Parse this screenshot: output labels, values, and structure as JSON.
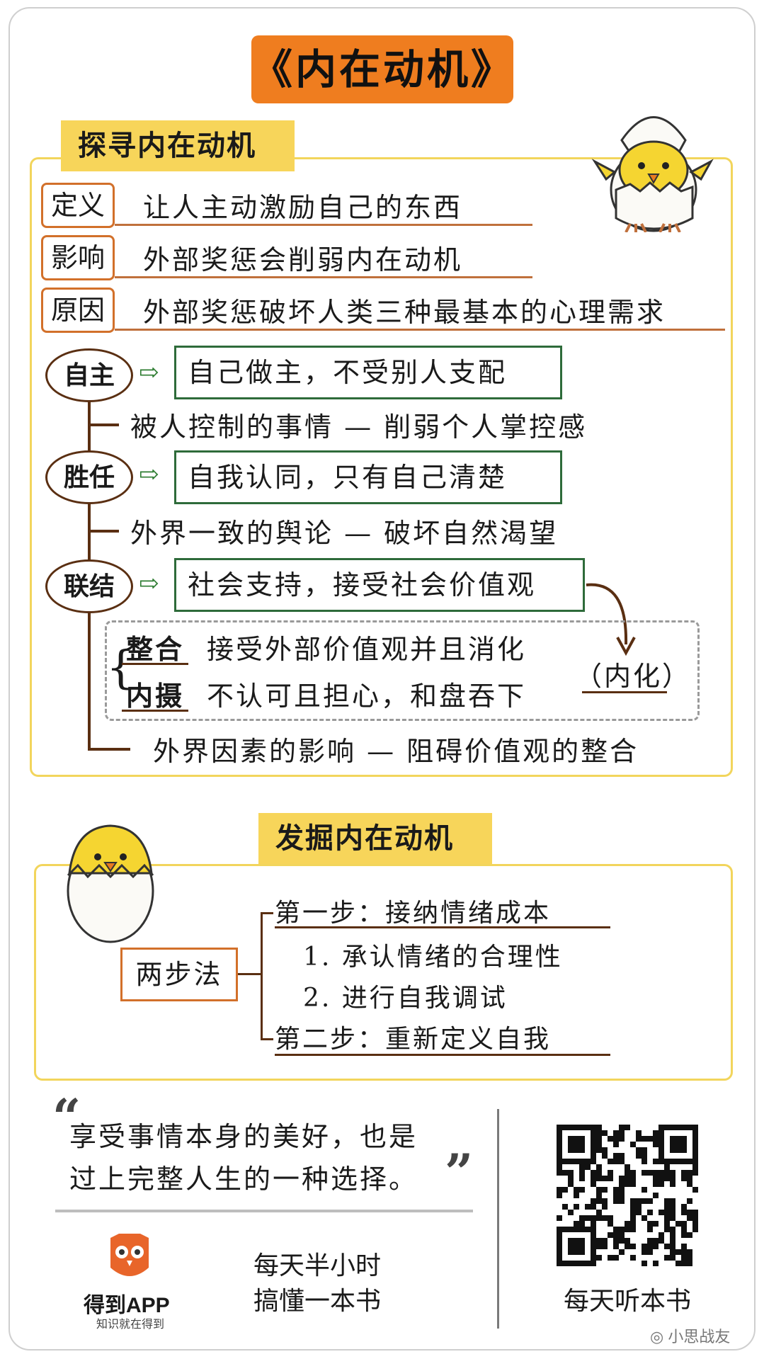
{
  "title": "《内在动机》",
  "section1": {
    "heading": "探寻内在动机",
    "rows": [
      {
        "tag": "定义",
        "text": "让人主动激励自己的东西"
      },
      {
        "tag": "影响",
        "text": "外部奖惩会削弱内在动机"
      },
      {
        "tag": "原因",
        "text": "外部奖惩破坏人类三种最基本的心理需求"
      }
    ],
    "needs": [
      {
        "label": "自主",
        "box": "自己做主，不受别人支配",
        "sub": "被人控制的事情 — 削弱个人掌控感"
      },
      {
        "label": "胜任",
        "box": "自我认同，只有自己清楚",
        "sub": "外界一致的舆论 — 破坏自然渴望"
      },
      {
        "label": "联结",
        "box": "社会支持，接受社会价值观",
        "sub": "外界因素的影响 — 阻碍价值观的整合"
      }
    ],
    "internalize": {
      "brace": "{",
      "items": [
        {
          "term": "整合",
          "desc": "接受外部价值观并且消化"
        },
        {
          "term": "内摄",
          "desc": "不认可且担心，和盘吞下"
        }
      ],
      "result": "（内化）"
    }
  },
  "section2": {
    "heading": "发掘内在动机",
    "method": "两步法",
    "step1": "第一步：接纳情绪成本",
    "sub1": "1. 承认情绪的合理性",
    "sub2": "2. 进行自我调试",
    "step2": "第二步：重新定义自我"
  },
  "quote": {
    "open_mark": "“",
    "close_mark": "”",
    "line1": "享受事情本身的美好，也是",
    "line2": "过上完整人生的一种选择。"
  },
  "footer": {
    "brand": "得到APP",
    "brand_sub": "知识就在得到",
    "slogan1": "每天半小时",
    "slogan2": "搞懂一本书",
    "qr_caption": "每天听本书",
    "watermark": "小思战友"
  },
  "colors": {
    "title_bg": "#ef7d1f",
    "section_bar": "#f7d55a",
    "section_border": "#f2d55c",
    "tag_border": "#d2702a",
    "green_box": "#2e6b3a",
    "brown_line": "#5a2f12"
  }
}
